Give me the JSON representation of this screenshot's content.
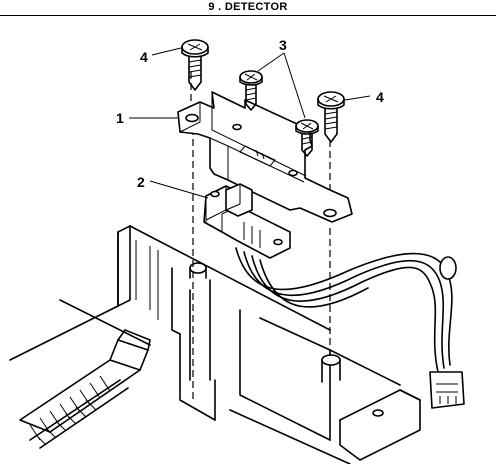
{
  "header": {
    "title": "9 . DETECTOR"
  },
  "callouts": {
    "bracket": "1",
    "sensor": "2",
    "sensor_screws": "3",
    "bracket_screws": "4"
  }
}
